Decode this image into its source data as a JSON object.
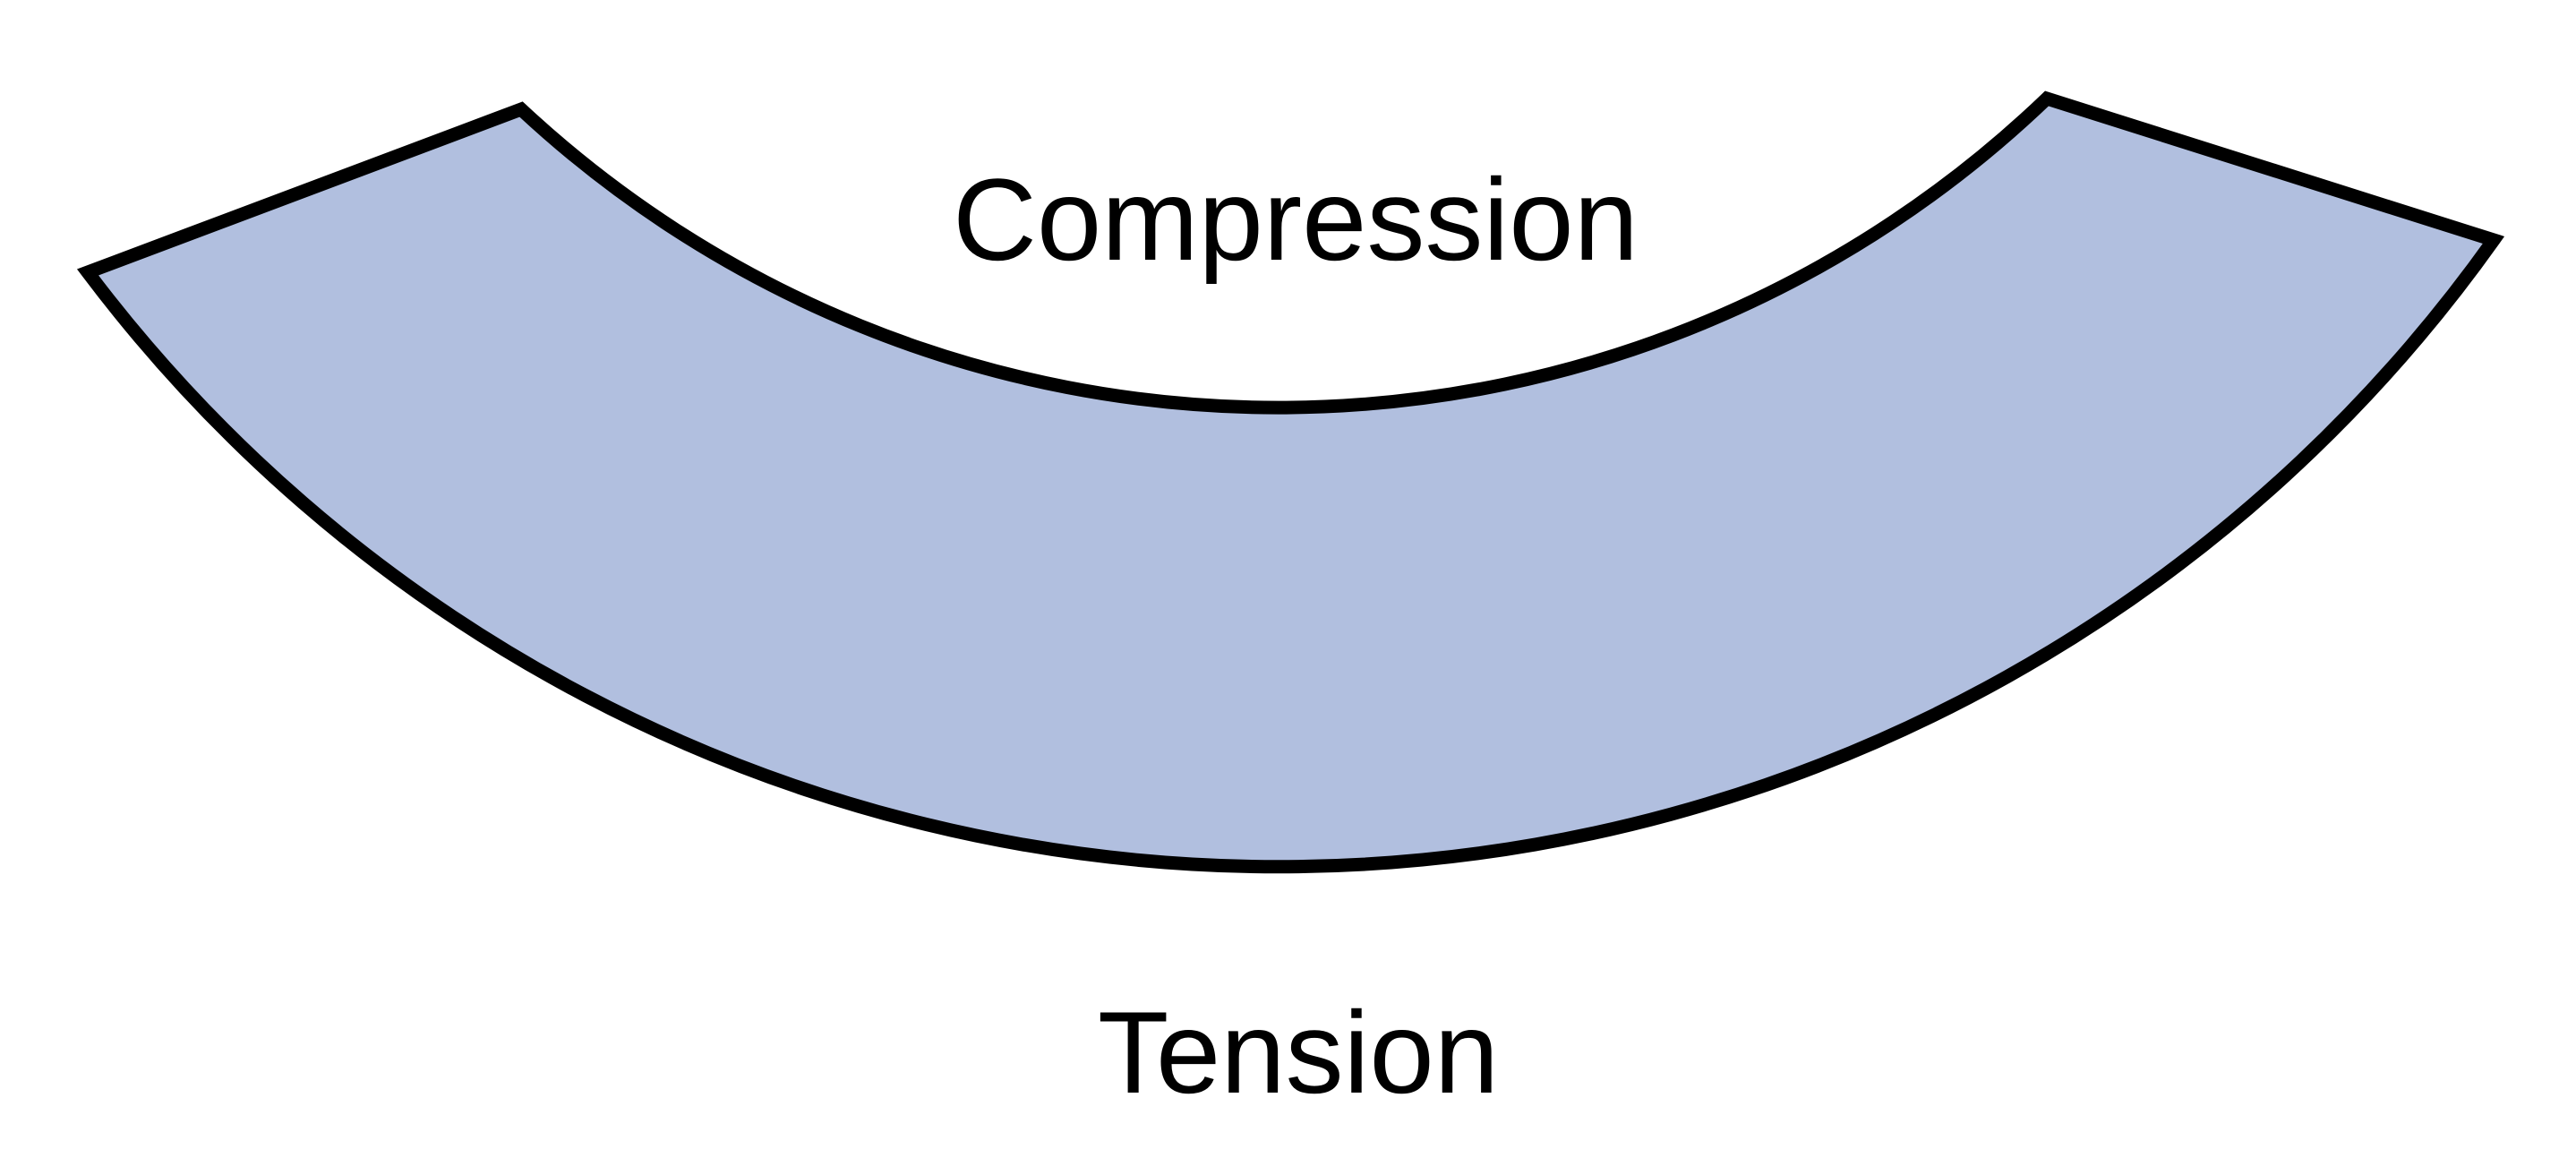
{
  "diagram": {
    "type": "beam-bending-stress-diagram",
    "labels": {
      "compression": "Compression",
      "tension": "Tension"
    },
    "shape": {
      "name": "bent-beam",
      "fill_color": "#B1BFDF",
      "stroke_color": "#000000"
    },
    "text_color": "#000000",
    "background_color": "#ffffff"
  }
}
